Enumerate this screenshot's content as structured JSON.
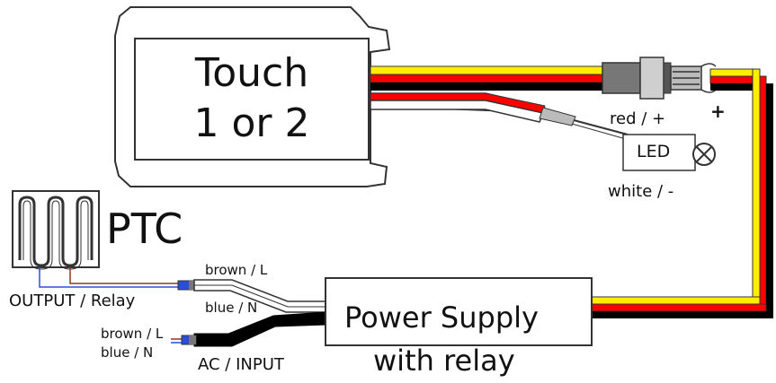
{
  "touch_module": {
    "line1": "Touch",
    "line2": "1 or 2"
  },
  "led": {
    "label": "LED",
    "red_label": "red / +",
    "white_label": "white / -",
    "plus_sign": "+"
  },
  "ptc": {
    "label": "PTC"
  },
  "output": {
    "label": "OUTPUT / Relay",
    "brown_label": "brown / L",
    "blue_label": "blue / N"
  },
  "input": {
    "label": "AC / INPUT",
    "brown_label": "brown / L",
    "blue_label": "blue / N"
  },
  "power_supply": {
    "line1": "Power Supply",
    "line2": "with relay"
  },
  "colors": {
    "yellow": "#ffee00",
    "red": "#ff0000",
    "black": "#000000",
    "brown": "#8b3a1a",
    "blue": "#2a4fd6",
    "outline": "#333333"
  }
}
